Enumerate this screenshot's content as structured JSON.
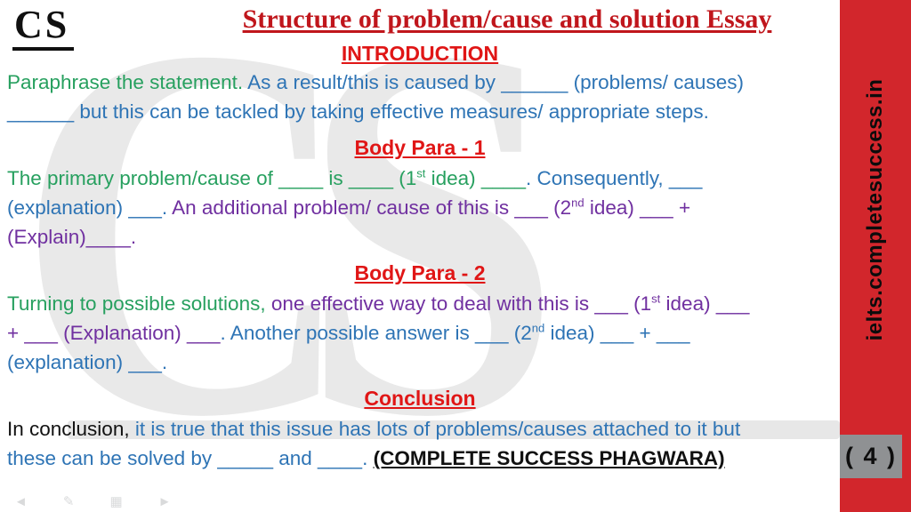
{
  "logo": {
    "text": "CS"
  },
  "watermark": {
    "text": "CS"
  },
  "title": {
    "text": "Structure of problem/cause and solution Essay"
  },
  "colors": {
    "title_red": "#c0161c",
    "heading_red": "#e01616",
    "green": "#27a05f",
    "blue": "#2e74b5",
    "purple": "#7030a0",
    "black": "#111111",
    "strip_red": "#d2262c",
    "badge_gray": "#8f9193"
  },
  "sections": [
    {
      "type": "heading",
      "name": "introduction-heading",
      "text": "INTRODUCTION"
    },
    {
      "type": "para",
      "name": "introduction-paragraph",
      "segments": [
        {
          "t": "Paraphrase the statement. ",
          "c": "green"
        },
        {
          "t": "As a result/this is caused by ______ (problems/ causes)\n______ but this can be tackled by taking effective measures/ appropriate steps.",
          "c": "blue"
        }
      ]
    },
    {
      "type": "heading",
      "name": "body-para-1-heading",
      "text": "Body Para - 1"
    },
    {
      "type": "para",
      "name": "body-para-1-paragraph",
      "segments": [
        {
          "t": "The primary problem/cause of ____ is ____ (1",
          "c": "green"
        },
        {
          "t": "st",
          "c": "green",
          "sup": true
        },
        {
          "t": " idea) ____",
          "c": "green"
        },
        {
          "t": ". Consequently, ___\n(explanation) ___. ",
          "c": "blue"
        },
        {
          "t": "An additional problem/ cause of this is ___ (2",
          "c": "purple"
        },
        {
          "t": "nd",
          "c": "purple",
          "sup": true
        },
        {
          "t": " idea) ___ +\n(Explain)____.",
          "c": "purple"
        }
      ]
    },
    {
      "type": "heading",
      "name": "body-para-2-heading",
      "text": "Body Para - 2"
    },
    {
      "type": "para",
      "name": "body-para-2-paragraph",
      "segments": [
        {
          "t": "Turning to possible solutions, ",
          "c": "green"
        },
        {
          "t": "one effective way to deal with this is ___ (1",
          "c": "purple"
        },
        {
          "t": "st",
          "c": "purple",
          "sup": true
        },
        {
          "t": " idea) ___\n+ ___ (Explanation) ___",
          "c": "purple"
        },
        {
          "t": ". Another possible answer is ___ (2",
          "c": "blue"
        },
        {
          "t": "nd",
          "c": "blue",
          "sup": true
        },
        {
          "t": " idea) ___ + ___\n(explanation) ___.",
          "c": "blue"
        }
      ]
    },
    {
      "type": "heading",
      "name": "conclusion-heading",
      "text": "Conclusion"
    },
    {
      "type": "para",
      "name": "conclusion-paragraph",
      "segments": [
        {
          "t": "In conclusion, ",
          "c": "black"
        },
        {
          "t": "it is true that this issue has lots of problems/causes attached to it but\nthese can be solved by _____ and ____. ",
          "c": "blue"
        },
        {
          "t": "(COMPLETE SUCCESS PHAGWARA)",
          "c": "black",
          "b": true,
          "u": true
        }
      ]
    }
  ],
  "sidebar": {
    "site": "ielts.completesuccess.in",
    "page_badge": "( 4 )"
  },
  "controls": [
    {
      "name": "prev-slide-button",
      "glyph": "◄"
    },
    {
      "name": "pen-tool-button",
      "glyph": "✎"
    },
    {
      "name": "slide-overview-button",
      "glyph": "▦"
    },
    {
      "name": "next-slide-button",
      "glyph": "►"
    }
  ]
}
